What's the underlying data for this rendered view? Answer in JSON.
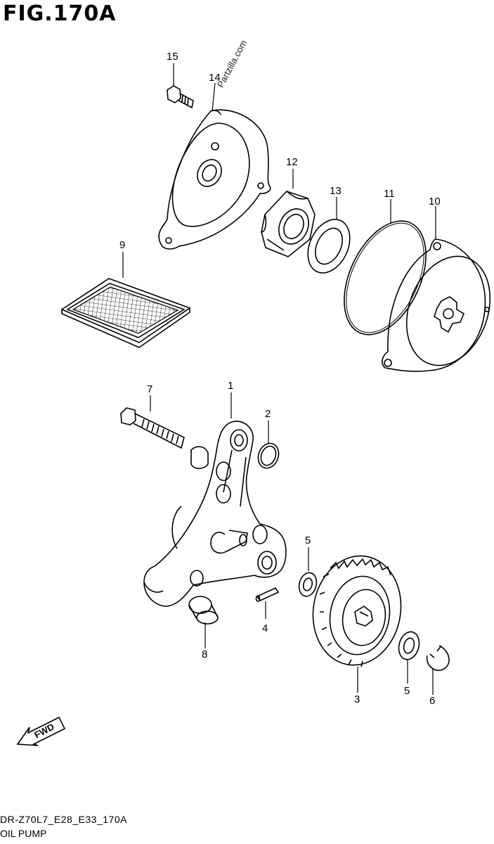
{
  "figure": {
    "title": "FIG.170A",
    "code": "DR-Z70L7_E28_E33_170A",
    "name": "OIL PUMP",
    "watermark": "Partzilla.com",
    "direction_label": "FWD"
  },
  "callouts": [
    {
      "id": "c1",
      "label": "1"
    },
    {
      "id": "c2",
      "label": "2"
    },
    {
      "id": "c3",
      "label": "3"
    },
    {
      "id": "c4",
      "label": "4"
    },
    {
      "id": "c5a",
      "label": "5"
    },
    {
      "id": "c5b",
      "label": "5"
    },
    {
      "id": "c6",
      "label": "6"
    },
    {
      "id": "c7",
      "label": "7"
    },
    {
      "id": "c8",
      "label": "8"
    },
    {
      "id": "c9",
      "label": "9"
    },
    {
      "id": "c10",
      "label": "10"
    },
    {
      "id": "c11",
      "label": "11"
    },
    {
      "id": "c12",
      "label": "12"
    },
    {
      "id": "c13",
      "label": "13"
    },
    {
      "id": "c14",
      "label": "14"
    },
    {
      "id": "c15",
      "label": "15"
    }
  ]
}
